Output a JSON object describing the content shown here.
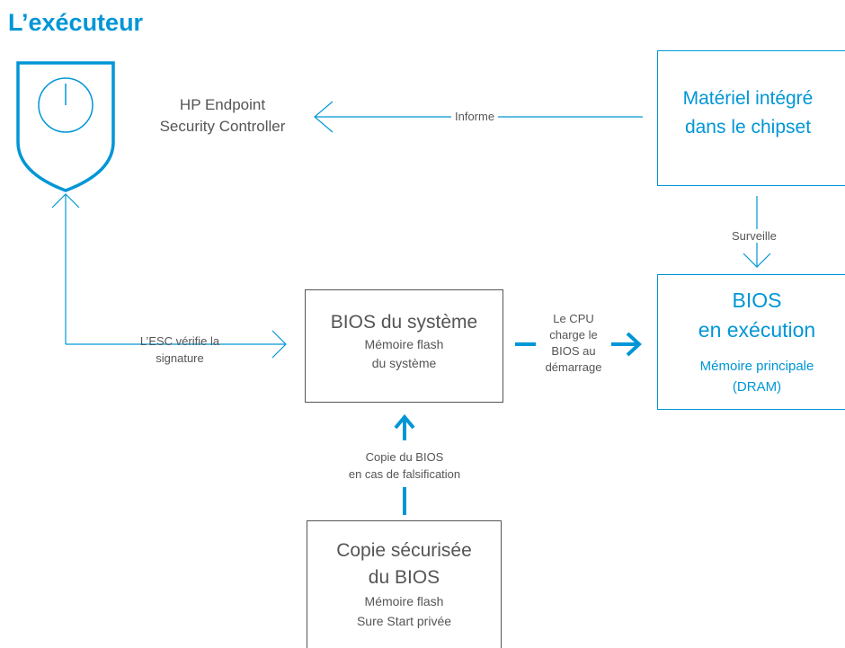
{
  "title": "L’exécuteur",
  "esc": {
    "line1": "HP Endpoint",
    "line2": "Security Controller"
  },
  "chipset": {
    "line1": "Matériel intégré",
    "line2": "dans le chipset"
  },
  "labels": {
    "informs": "Informe",
    "monitors": "Surveille",
    "verify_line1": "L’ESC vérifie la",
    "verify_line2": "signature",
    "cpu_line1": "Le CPU",
    "cpu_line2": "charge le",
    "cpu_line3": "BIOS au",
    "cpu_line4": "démarrage",
    "copy_line1": "Copie du BIOS",
    "copy_line2": "en cas de falsification"
  },
  "system_bios": {
    "title": "BIOS du système",
    "sub1": "Mémoire flash",
    "sub2": "du système"
  },
  "running_bios": {
    "title1": "BIOS",
    "title2": "en exécution",
    "sub1": "Mémoire principale",
    "sub2": "(DRAM)"
  },
  "secure_copy": {
    "title1": "Copie sécurisée",
    "title2": "du BIOS",
    "sub1": "Mémoire flash",
    "sub2": "Sure Start privée"
  },
  "colors": {
    "accent": "#0096d6",
    "text": "#555555"
  }
}
